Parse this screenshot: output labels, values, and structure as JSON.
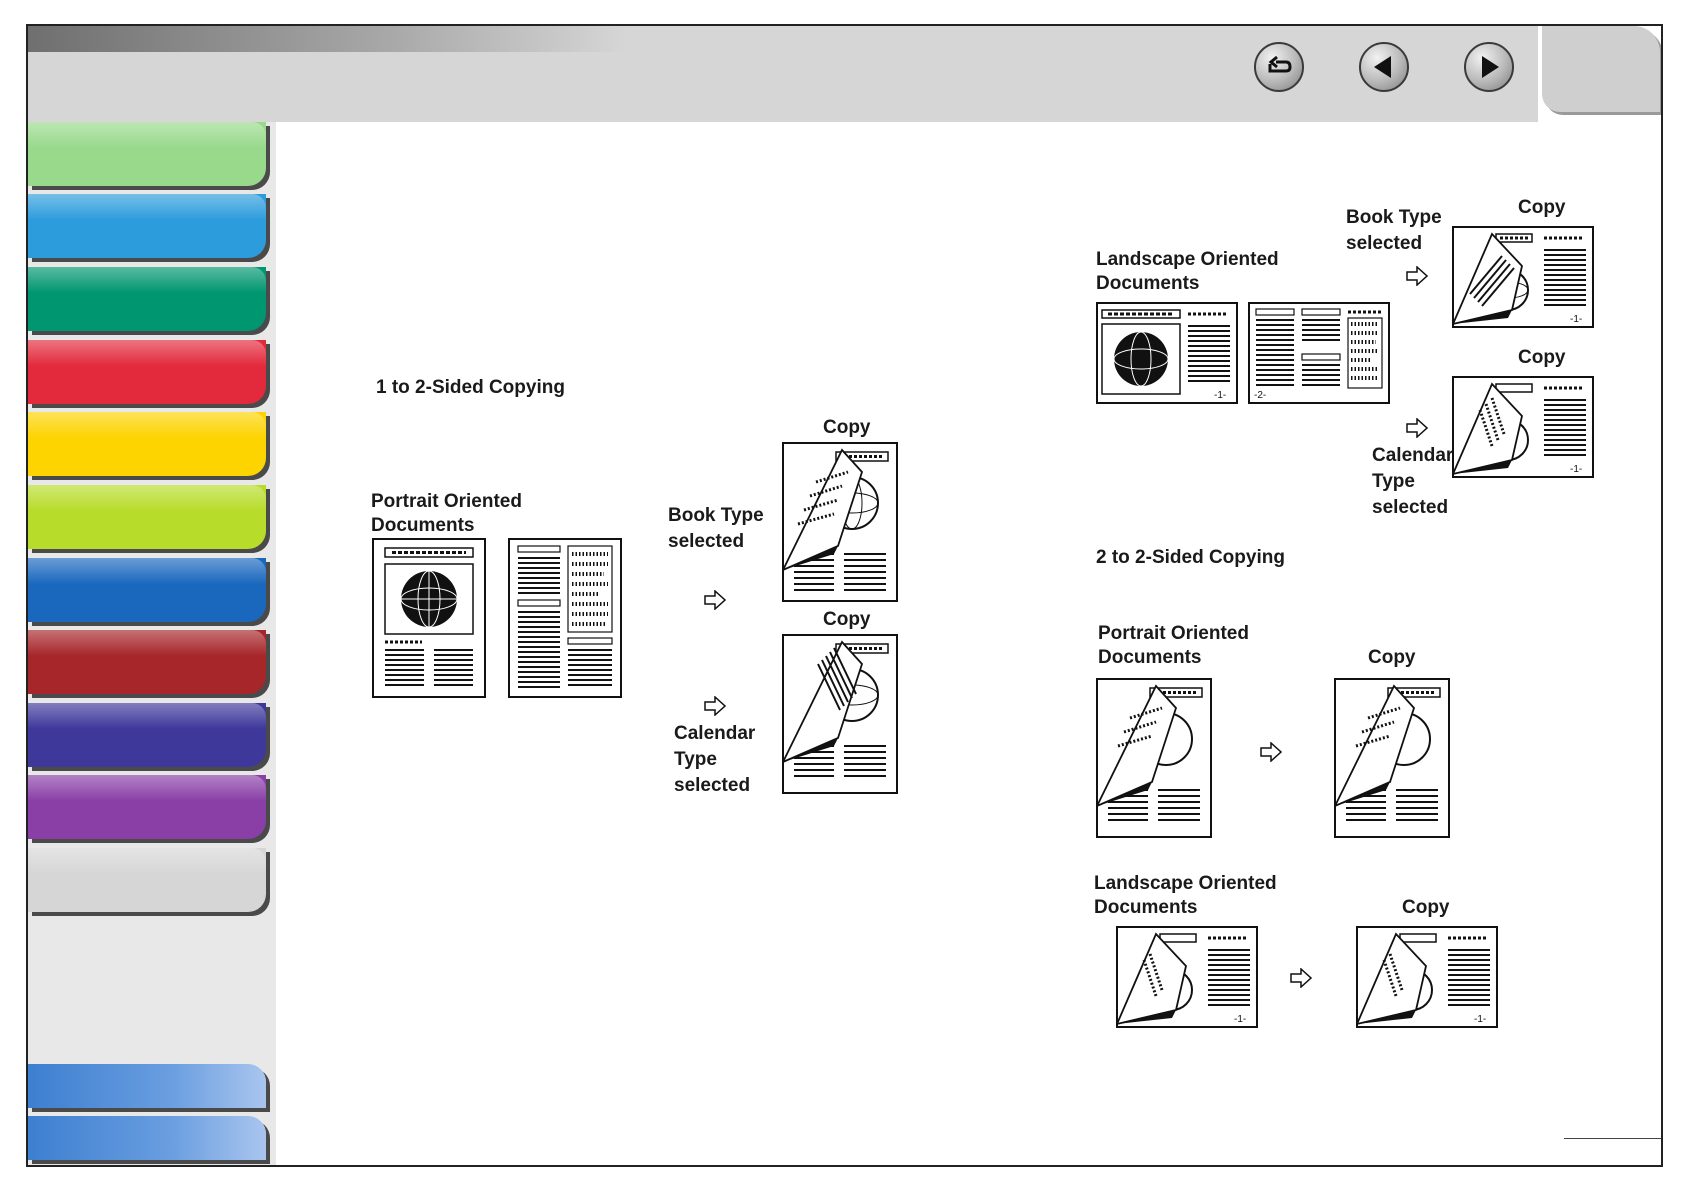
{
  "colors": {
    "tabs": [
      "#98d98c",
      "#2d9cdc",
      "#009670",
      "#e32a3c",
      "#fdd300",
      "#b8dc2a",
      "#1a68be",
      "#a6262a",
      "#3e389b",
      "#8a3fa7",
      "#d6d6d6"
    ]
  },
  "icons": {
    "back": "return-arrow-icon",
    "prev": "previous-triangle-icon",
    "next": "next-triangle-icon"
  },
  "sections": {
    "one_to_two": "1 to 2-Sided Copying",
    "two_to_two": "2 to 2-Sided Copying"
  },
  "labels": {
    "portrait_l1": "Portrait Oriented",
    "documents": "Documents",
    "landscape_l1": "Landscape Oriented",
    "copy": "Copy",
    "book_type": "Book Type",
    "selected": "selected",
    "calendar": "Calendar",
    "type": "Type",
    "page_1": "-1-",
    "page_2": "-2-"
  }
}
